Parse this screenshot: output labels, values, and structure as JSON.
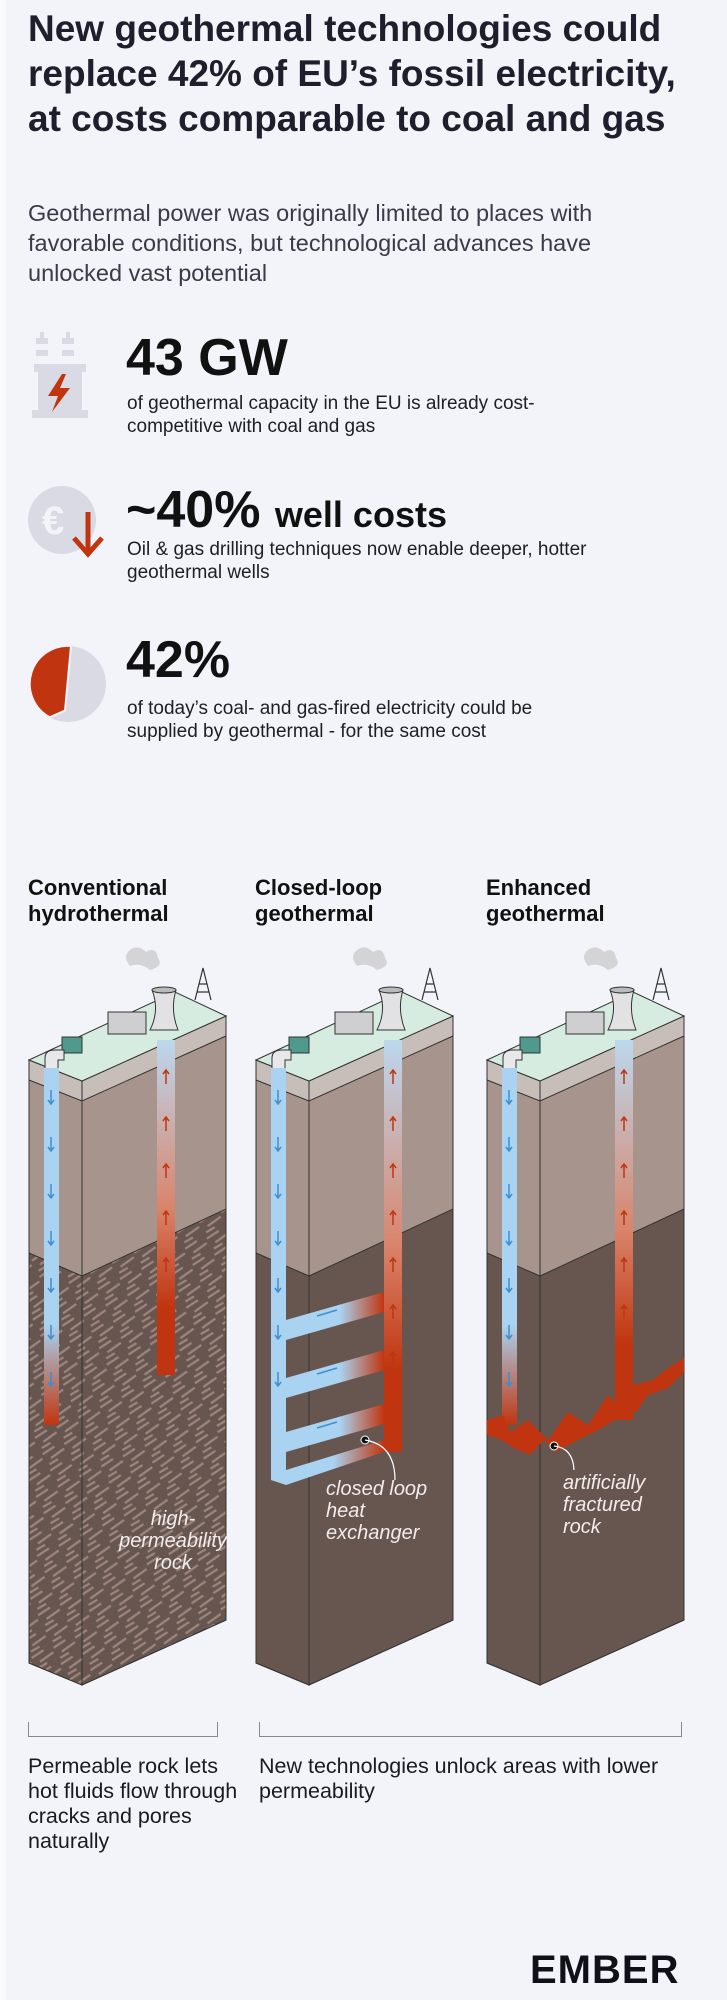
{
  "header": {
    "title": "New geothermal technologies could replace 42% of EU’s fossil electricity, at costs comparable to coal and gas",
    "subtitle": "Geothermal power was originally limited to places with favorable conditions, but technological advances have unlocked vast potential"
  },
  "stats": [
    {
      "icon": "power-plant-lightning-icon",
      "value": "43 GW",
      "suffix": "",
      "description": "of geothermal capacity in the EU is already cost-competitive with coal and gas"
    },
    {
      "icon": "euro-down-arrow-icon",
      "value": "~40%",
      "suffix": "well costs",
      "description": "Oil & gas drilling techniques now enable deeper, hotter geothermal wells"
    },
    {
      "icon": "pie-chart-icon",
      "value": "42%",
      "suffix": "",
      "description": "of today’s coal- and gas-fired electricity could be supplied by geothermal - for the same cost",
      "share": 0.42
    }
  ],
  "columns": [
    {
      "title": "Conventional hydrothermal",
      "callout": "high-permeability rock"
    },
    {
      "title": "Closed-loop geothermal",
      "callout": "closed loop heat exchanger"
    },
    {
      "title": "Enhanced geothermal",
      "callout": "artificially fractured rock"
    }
  ],
  "footnotes": [
    "Permeable rock lets hot fluids flow through cracks and pores naturally",
    "New technologies unlock areas with lower permeability"
  ],
  "logo": "EMBER",
  "colors": {
    "accent": "#c0350f",
    "cold": "#a9d3f0",
    "icon_grey": "#d9dae4",
    "ground_top": "#d6ece1",
    "upper_rock": "#a7958d",
    "lower_rock": "#675550"
  }
}
